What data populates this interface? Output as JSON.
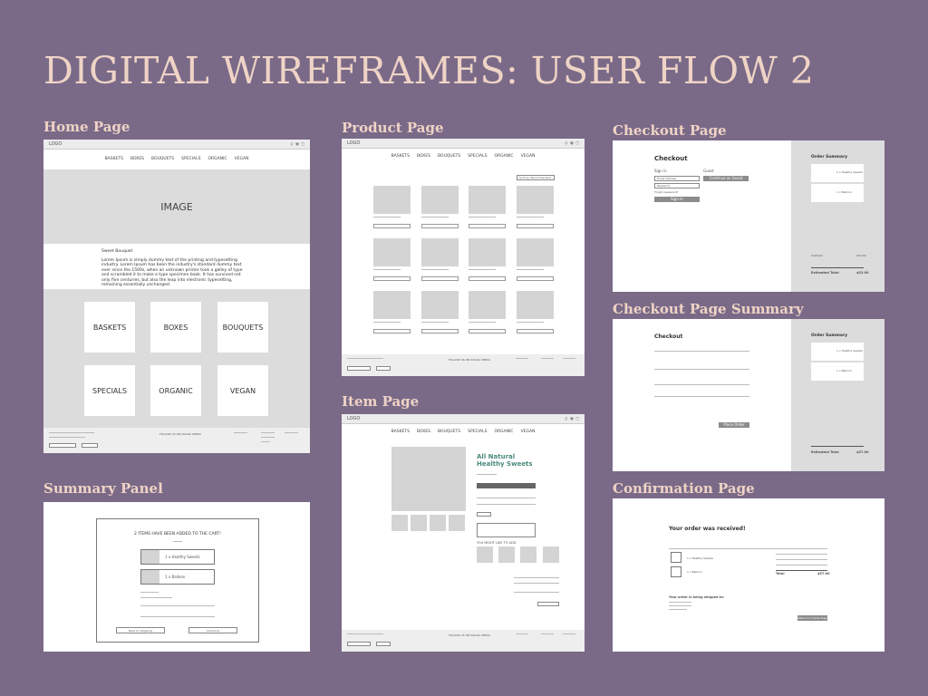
{
  "header": {
    "title": "DIGITAL WIREFRAMES: USER FLOW 2"
  },
  "labels": {
    "home": "Home Page",
    "product": "Product Page",
    "checkout": "Checkout Page",
    "checkout_summary": "Checkout Page Summary",
    "summary_panel": "Summary Panel",
    "item": "Item Page",
    "confirmation": "Confirmation Page"
  },
  "common": {
    "logo": "LOGO",
    "nav": [
      "BASKETS",
      "BOXES",
      "BOUQUETS",
      "SPECIALS",
      "ORGANIC",
      "VEGAN"
    ],
    "follow": "FOLLOW US ON SOCIAL MEDIA"
  },
  "home": {
    "hero": "IMAGE",
    "heading": "Sweet Bouquet",
    "body": "Lorem Ipsum is simply dummy text of the printing and typesetting industry. Lorem Ipsum has been the industry's standard dummy text ever since the 1500s, when an unknown printer took a galley of type and scrambled it to make a type specimen book. It has survived not only five centuries, but also the leap into electronic typesetting, remaining essentially unchanged.",
    "categories": [
      "BASKETS",
      "BOXES",
      "BOUQUETS",
      "SPECIALS",
      "ORGANIC",
      "VEGAN"
    ]
  },
  "product": {
    "sort": "Sort by: Recommended"
  },
  "checkout": {
    "title": "Checkout",
    "signin": "Sign in",
    "guest": "Guest",
    "email": "Email Address",
    "password": "Password",
    "forgot": "Forgot password?",
    "signin_btn": "Sign In",
    "guest_btn": "Continue as Guest",
    "order_summary": "Order Summary",
    "items": [
      "1 x Healthy Sweets",
      "1 x Balloon"
    ],
    "subtotal": "Subtotal",
    "estimated_total": "Estimated Total",
    "subtotal_val": "$52.00",
    "total_val": "$52.00"
  },
  "checkout_summary": {
    "title": "Checkout",
    "order_summary": "Order Summary",
    "items": [
      "1 x Healthy Sweets",
      "1 x Balloon"
    ],
    "place_order": "Place Order",
    "estimated_total": "Estimated Total",
    "total_val": "$57.00"
  },
  "summary_panel": {
    "message": "2 ITEMS HAVE BEEN ADDED TO THE CART!",
    "items": [
      "1 x Healthy Sweets",
      "1 x Balloon"
    ],
    "continue": "Back to shopping",
    "checkout": "Checkout"
  },
  "item": {
    "name_line1": "All Natural",
    "name_line2": "Healthy Sweets",
    "you_might": "YOU MIGHT LIKE TO ADD"
  },
  "confirmation": {
    "title": "Your order was received!",
    "items": [
      "1 x Healthy Sweets",
      "1 x Balloon"
    ],
    "total": "Total",
    "total_val": "$57.00",
    "shipped": "Your order is being shipped to:",
    "button": "Return to Home Page"
  }
}
